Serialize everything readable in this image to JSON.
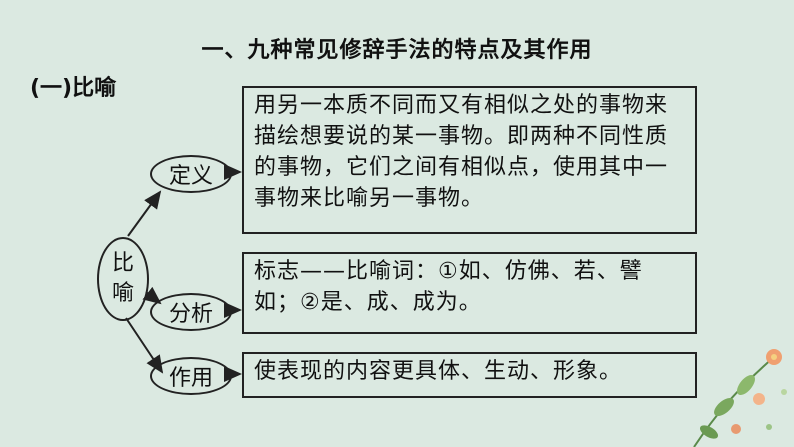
{
  "heading": "一、九种常见修辞手法的特点及其作用",
  "section": "(一)比喻",
  "root": {
    "line1": "比",
    "line2": "喻"
  },
  "nodes": [
    {
      "label": "定义",
      "text": "用另一本质不同而又有相似之处的事物来描绘想要说的某一事物。即两种不同性质的事物，它们之间有相似点，使用其中一事物来比喻另一事物。"
    },
    {
      "label": "分析",
      "text": "标志——比喻词：①如、仿佛、若、譬如；②是、成、成为。"
    },
    {
      "label": "作用",
      "text": "使表现的内容更具体、生动、形象。"
    }
  ]
}
